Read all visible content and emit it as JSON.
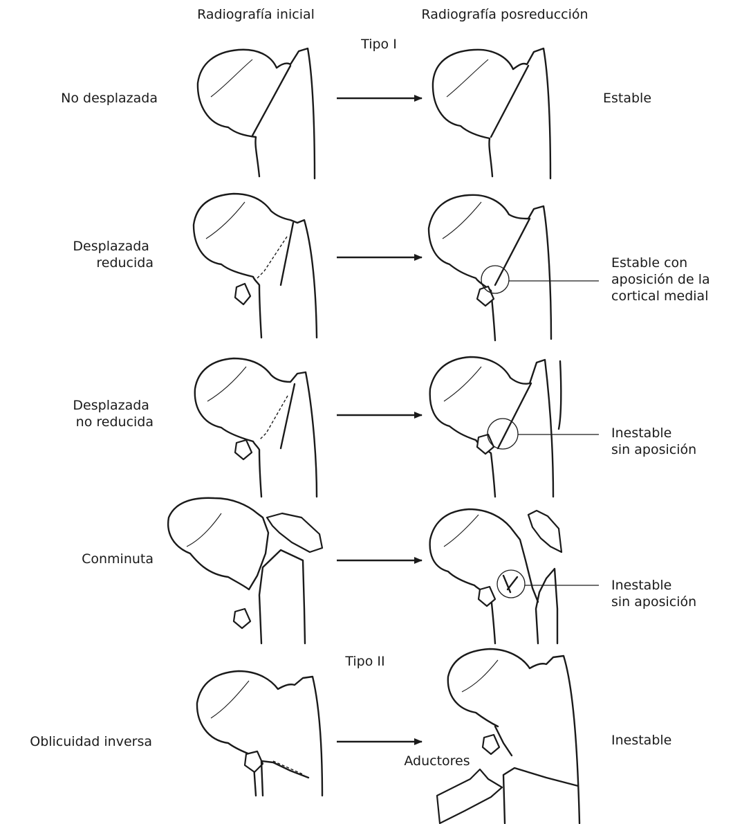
{
  "columns": {
    "initial": "Radiografía inicial",
    "post": "Radiografía posreducción"
  },
  "types": {
    "type1": "Tipo I",
    "type2": "Tipo II"
  },
  "rows": [
    {
      "label_lines": [
        "No desplazada"
      ],
      "result_lines": [
        "Estable"
      ]
    },
    {
      "label_lines": [
        "Desplazada",
        "reducida"
      ],
      "result_lines": [
        "Estable con",
        "aposición de la",
        "cortical medial"
      ]
    },
    {
      "label_lines": [
        "Desplazada",
        "no reducida"
      ],
      "result_lines": [
        "Inestable",
        "sin aposición"
      ]
    },
    {
      "label_lines": [
        "Conminuta"
      ],
      "result_lines": [
        "Inestable",
        "sin aposición"
      ]
    },
    {
      "label_lines": [
        "Oblicuidad inversa"
      ],
      "result_lines": [
        "Inestable"
      ]
    }
  ],
  "muscle_label": "Aductores"
}
